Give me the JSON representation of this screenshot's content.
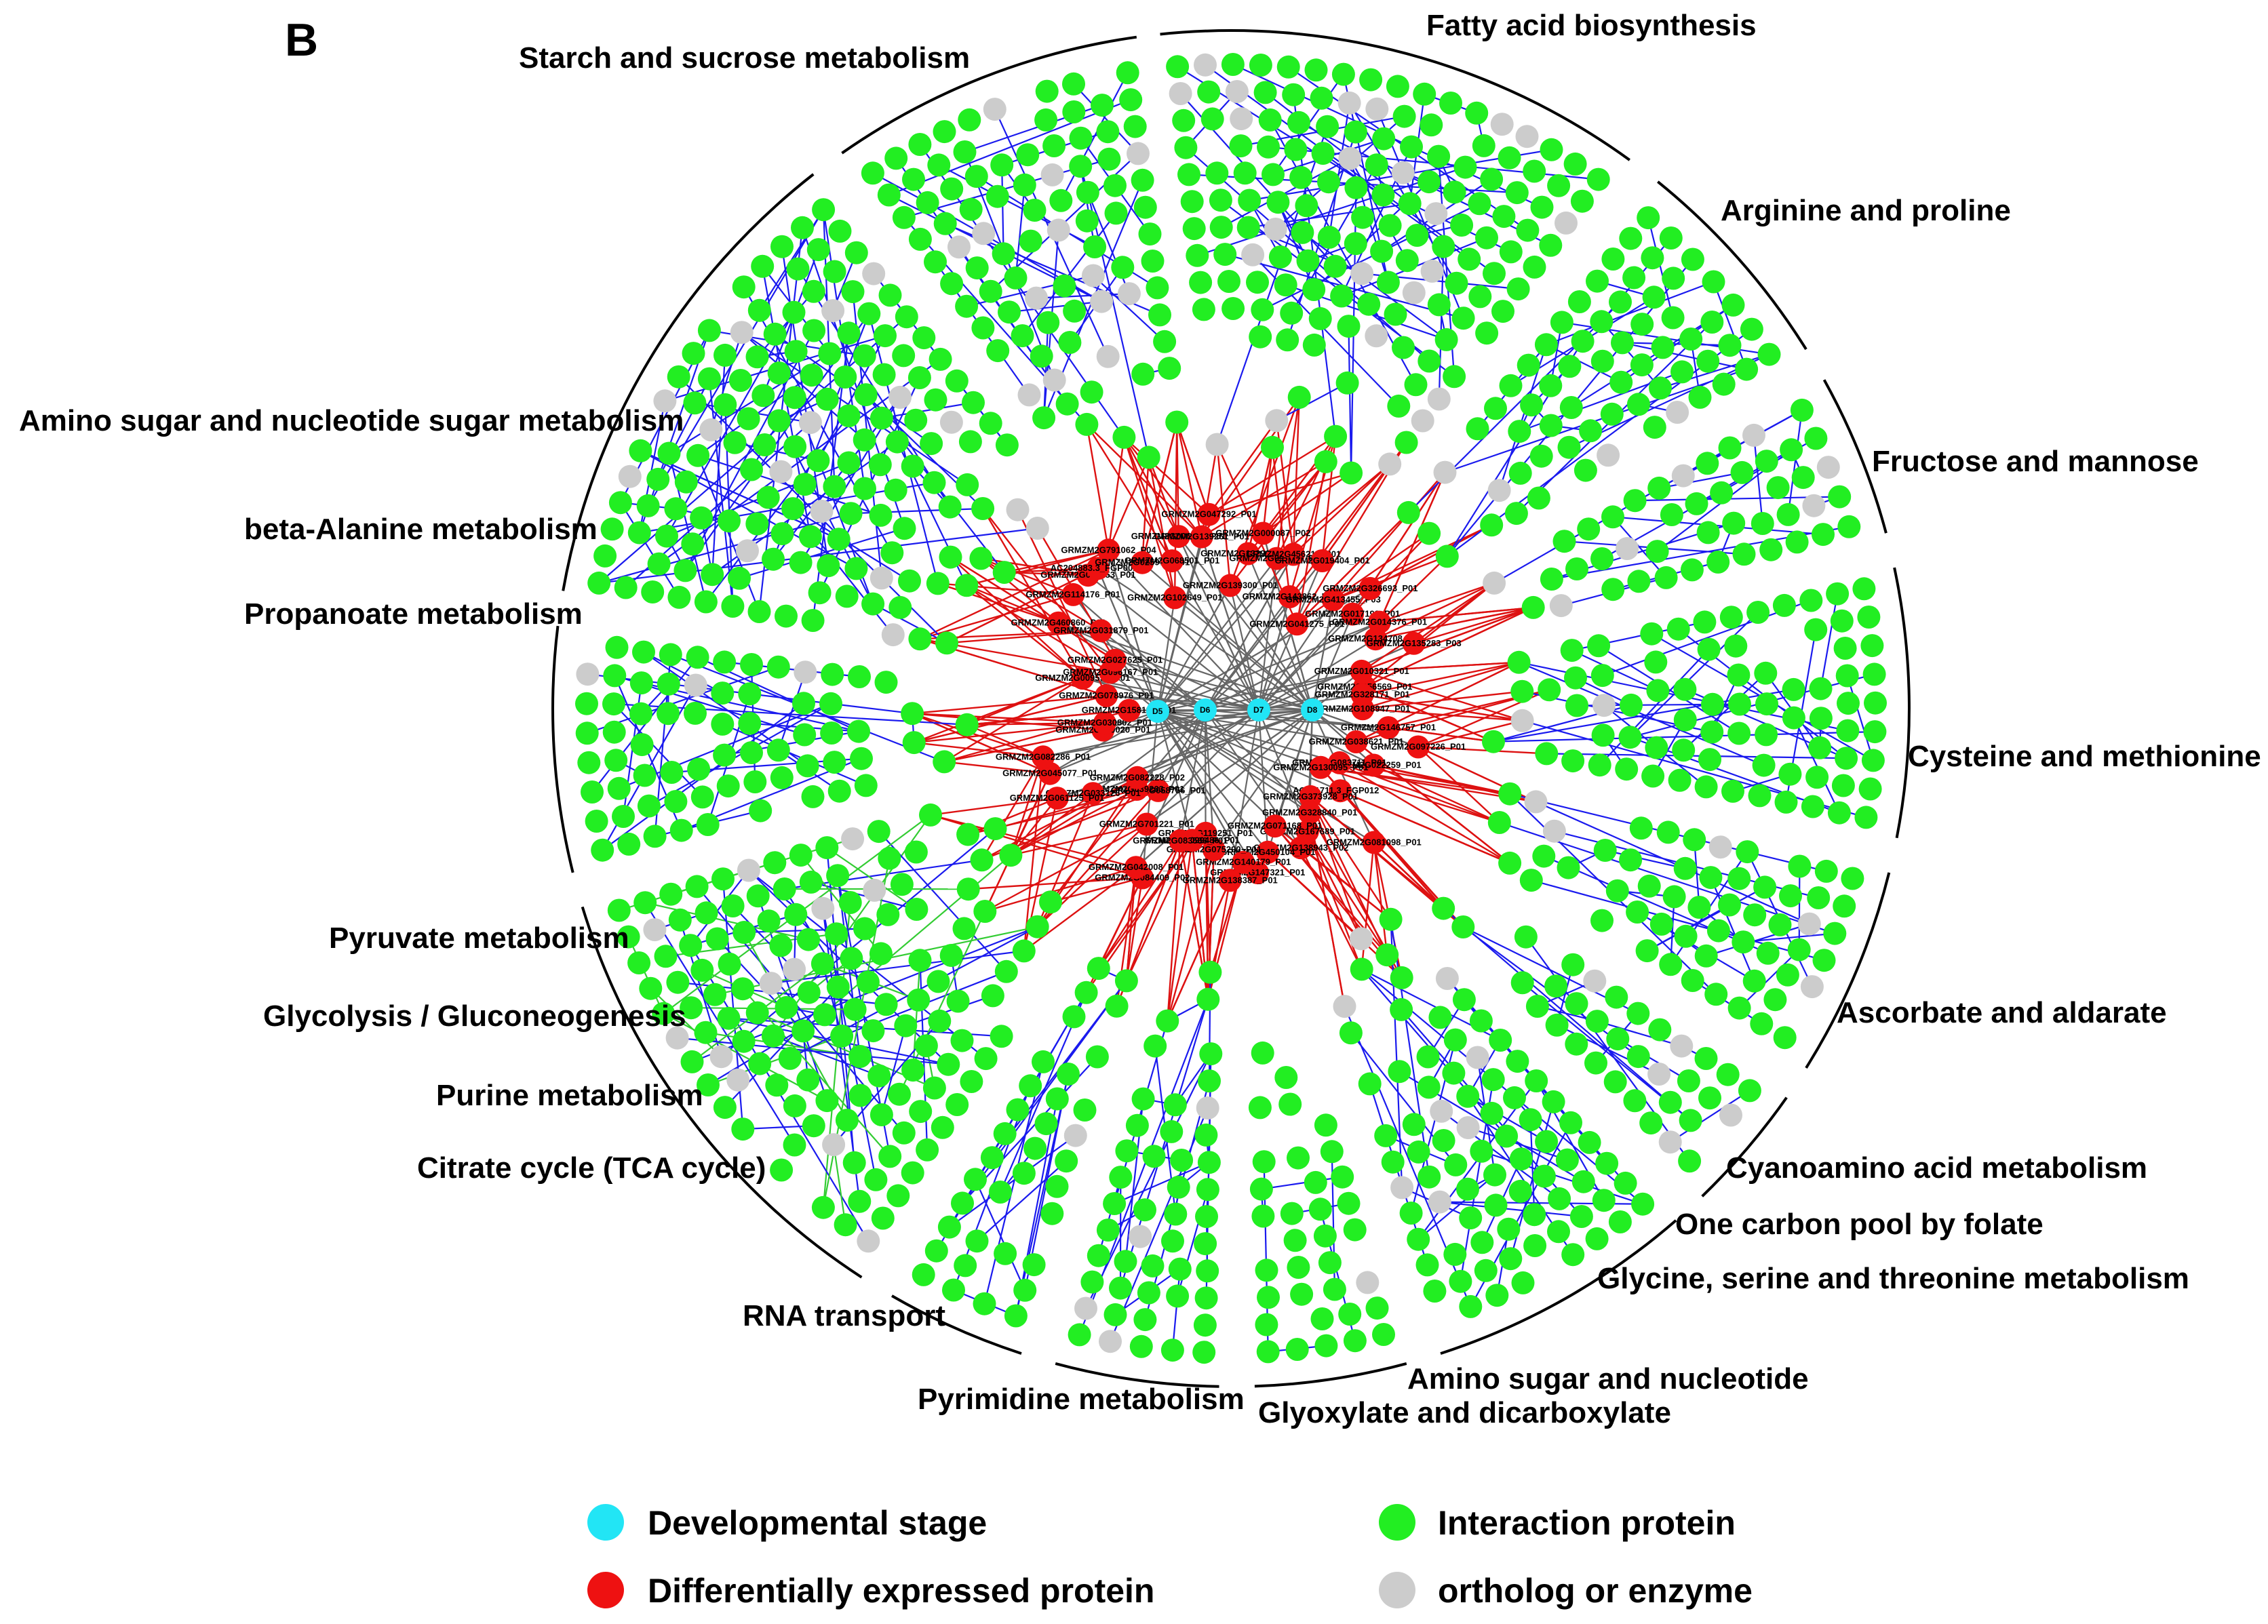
{
  "panel": {
    "letter": "B"
  },
  "colors": {
    "developmental_stage": "#22e5f5",
    "differential_protein": "#ee1111",
    "interaction_protein": "#22ee22",
    "ortholog": "#cccccc",
    "edge_blue": "#1a1aee",
    "edge_red": "#dd1111",
    "edge_grey": "#666666",
    "edge_green": "#33cc33",
    "arc": "#000000"
  },
  "stages": [
    "D5",
    "D6",
    "D7",
    "D8"
  ],
  "pathways": [
    "Starch and sucrose metabolism",
    "Fatty acid biosynthesis",
    "Arginine and proline",
    "Amino sugar and nucleotide sugar metabolism",
    "Fructose and mannose",
    "beta-Alanine metabolism",
    "Propanoate metabolism",
    "Cysteine and methionine",
    "Pyruvate metabolism",
    "Glycolysis / Gluconeogenesis",
    "Ascorbate and aldarate",
    "Purine metabolism",
    "Citrate cycle (TCA cycle)",
    "Cyanoamino acid metabolism",
    "One carbon pool by folate",
    "Glycine, serine and threonine metabolism",
    "RNA transport",
    "Amino sugar and nucleotide",
    "Pyrimidine metabolism",
    "Glyoxylate and dicarboxylate"
  ],
  "genes": [
    "GRMZM2G047292_P01",
    "GRMZM2G139300_P01",
    "GRMZM2G132903_P01",
    "GRMZM2G000087_P02",
    "GRMZM2G097030_P01",
    "GRMZM2G456217_P01",
    "GRMZM2G143862_P01",
    "GRMZM2G019404_P01",
    "GRMZM2G041275_P01",
    "GRMZM2G413455_P03",
    "GRMZM2G326693_P01",
    "GRMZM2G017198_P01",
    "GRMZM2G014376_P01",
    "GRMZM2G134708_P01",
    "GRMZM2G135283_P03",
    "GRMZM2G010321_P01",
    "GRMZM2G056569_P01",
    "GRMZM2G328171_P01",
    "GRMZM2G108947_P01",
    "GRMZM2G146757_P01",
    "GRMZM2G097226_P01",
    "GRMZM2G038621_P01",
    "GRMZM2G022259_P01",
    "GRMZM2G083711_P01",
    "GRMZM2G130095_P01",
    "AC211711.3_FGP012",
    "GRMZM2G081098_P01",
    "GRMZM2G373928_P01",
    "GRMZM2G328840_P01",
    "GRMZM2G167689_P01",
    "GRMZM2G138943_P02",
    "GRMZM2G071168_P01",
    "GRMZM2G450104_P01",
    "GRMZM2G147321_P01",
    "GRMZM2G140179_P01",
    "GRMZM2G138387_P01",
    "GRMZM2G075290_P01",
    "GRMZM2G119251_P01",
    "GRMZM2G099486_P01",
    "GRMZM2G083536_P01",
    "GRMZM2G084409_P02",
    "GRMZM2G042008_P01",
    "GRMZM2G701221_P01",
    "GRMZM2G058756_P01",
    "GRMZM2G039263_P01",
    "GRMZM2G082228_P02",
    "GRMZM2G033126_P01",
    "GRMZM2G061125_P01",
    "GRMZM2G045077_P01",
    "GRMZM2G082286_P01",
    "GRMZM2G130020_P01",
    "GRMZM2G030802_P01",
    "GRMZM2G158119_P01",
    "GRMZM2G078976_P01",
    "GRMZM2G009593_P01",
    "GRMZM2G096167_P01",
    "GRMZM2G027625_P01",
    "GRMZM2G460860_P01",
    "GRMZM2G031879_P01",
    "GRMZM2G114176_P01",
    "GRMZM2G088153_P01",
    "AC204883.3_FGP001",
    "GRMZM2G791062_P04",
    "GRMZM2G025977_P01",
    "GRMZM2G102649_P01",
    "GRMZM2G068501_P01",
    "GRMZM2G006218_P01",
    "GRMZM2G139261_P01"
  ],
  "legend": [
    {
      "label": "Developmental stage",
      "color": "#22e5f5"
    },
    {
      "label": "Interaction protein",
      "color": "#22ee22"
    },
    {
      "label": "Differentially expressed protein",
      "color": "#ee1111"
    },
    {
      "label": "ortholog or enzyme",
      "color": "#cccccc"
    }
  ]
}
